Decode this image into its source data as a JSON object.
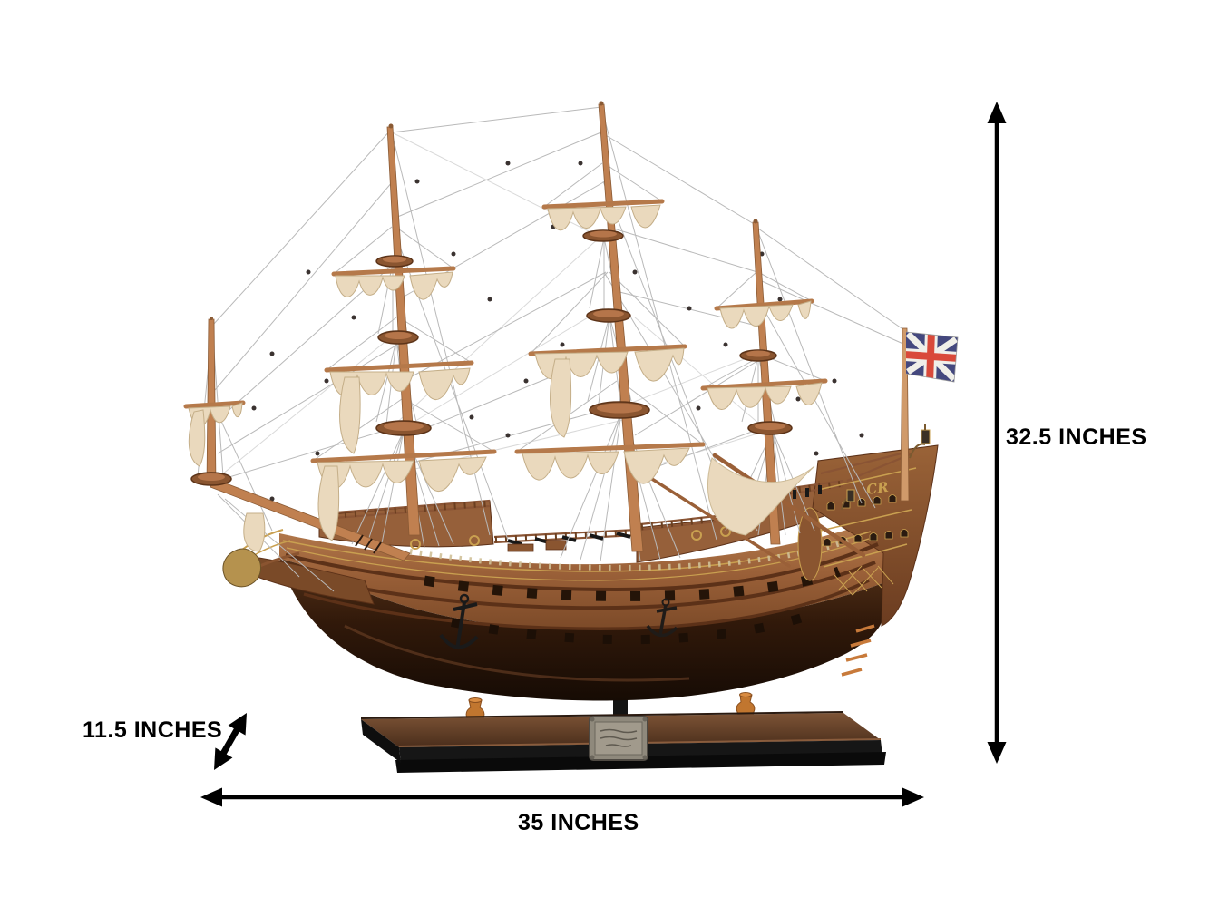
{
  "page": {
    "background": "#ffffff"
  },
  "figure": {
    "subject": "wooden-tall-ship-model-photo",
    "flag_icon": "union-jack-flag",
    "stern_monogram": "CR"
  },
  "dimensions": {
    "height_label": "32.5 INCHES",
    "depth_label": "11.5 INCHES",
    "length_label": "35 INCHES"
  },
  "colors": {
    "annotation": "#000000",
    "background": "#ffffff",
    "hull_dark": "#2a1508",
    "hull_light": "#a86a40",
    "gold_trim": "#c9a050",
    "sail": "#ead9bd",
    "rigging": "#b9b9b9",
    "flag_blue": "#44487e",
    "flag_red": "#d9493a",
    "stand_black": "#161616",
    "pedestal": "#c1762f"
  }
}
